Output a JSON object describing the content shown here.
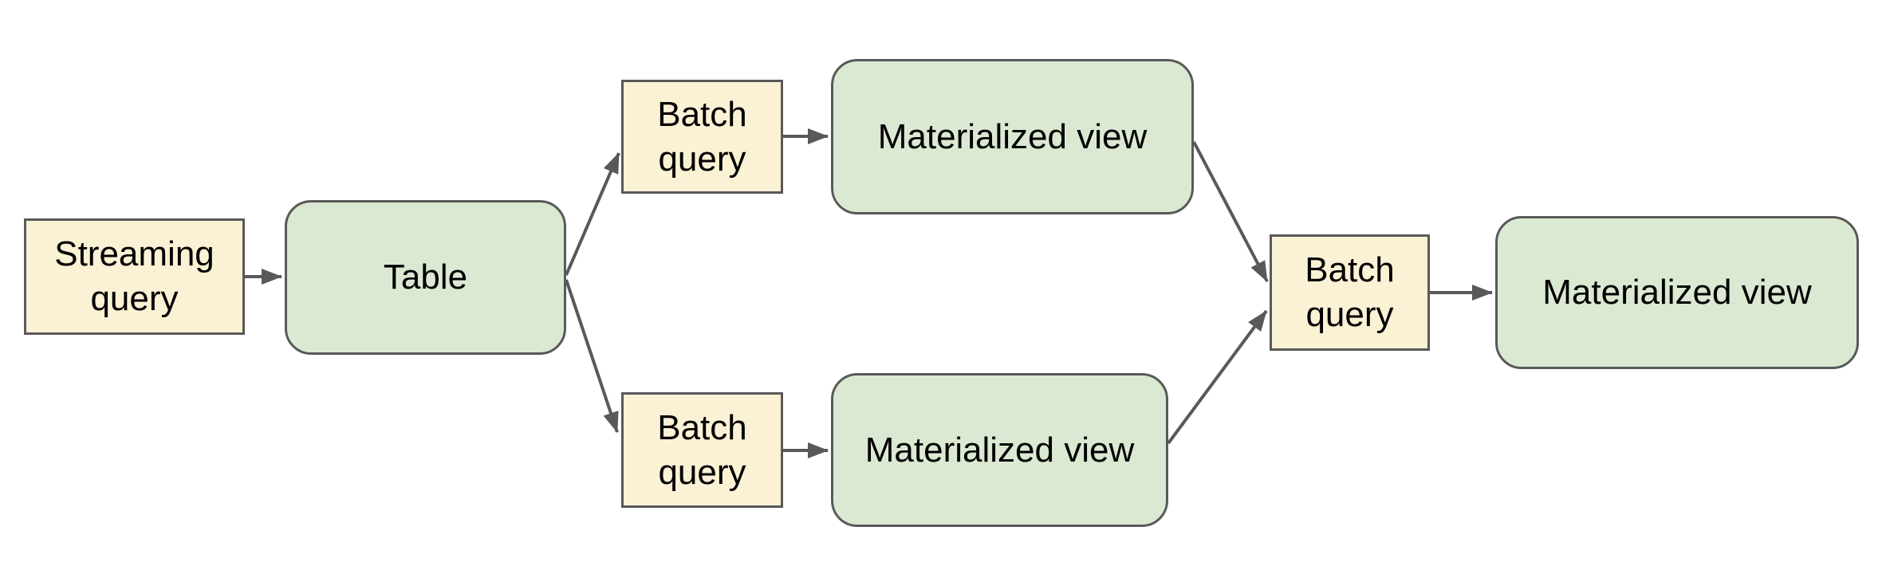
{
  "diagram": {
    "description": "Data pipeline flow diagram: a streaming query feeds a table, which feeds two batch queries producing materialized views; both materialized views feed a final batch query producing a final materialized view.",
    "nodes": [
      {
        "id": "streaming-query",
        "label": "Streaming query",
        "type": "query"
      },
      {
        "id": "table",
        "label": "Table",
        "type": "dataset"
      },
      {
        "id": "batch-query-top",
        "label": "Batch query",
        "type": "query"
      },
      {
        "id": "materialized-view-top",
        "label": "Materialized view",
        "type": "dataset"
      },
      {
        "id": "batch-query-bottom",
        "label": "Batch query",
        "type": "query"
      },
      {
        "id": "materialized-view-bottom",
        "label": "Materialized view",
        "type": "dataset"
      },
      {
        "id": "batch-query-final",
        "label": "Batch query",
        "type": "query"
      },
      {
        "id": "materialized-view-final",
        "label": "Materialized view",
        "type": "dataset"
      }
    ],
    "edges": [
      {
        "from": "streaming-query",
        "to": "table"
      },
      {
        "from": "table",
        "to": "batch-query-top"
      },
      {
        "from": "table",
        "to": "batch-query-bottom"
      },
      {
        "from": "batch-query-top",
        "to": "materialized-view-top"
      },
      {
        "from": "batch-query-bottom",
        "to": "materialized-view-bottom"
      },
      {
        "from": "materialized-view-top",
        "to": "batch-query-final"
      },
      {
        "from": "materialized-view-bottom",
        "to": "batch-query-final"
      },
      {
        "from": "batch-query-final",
        "to": "materialized-view-final"
      }
    ],
    "colors": {
      "query_fill": "#fbf1d4",
      "dataset_fill": "#dbe9d3",
      "line": "#595959",
      "text": "#000000",
      "canvas": "#ffffff"
    }
  }
}
